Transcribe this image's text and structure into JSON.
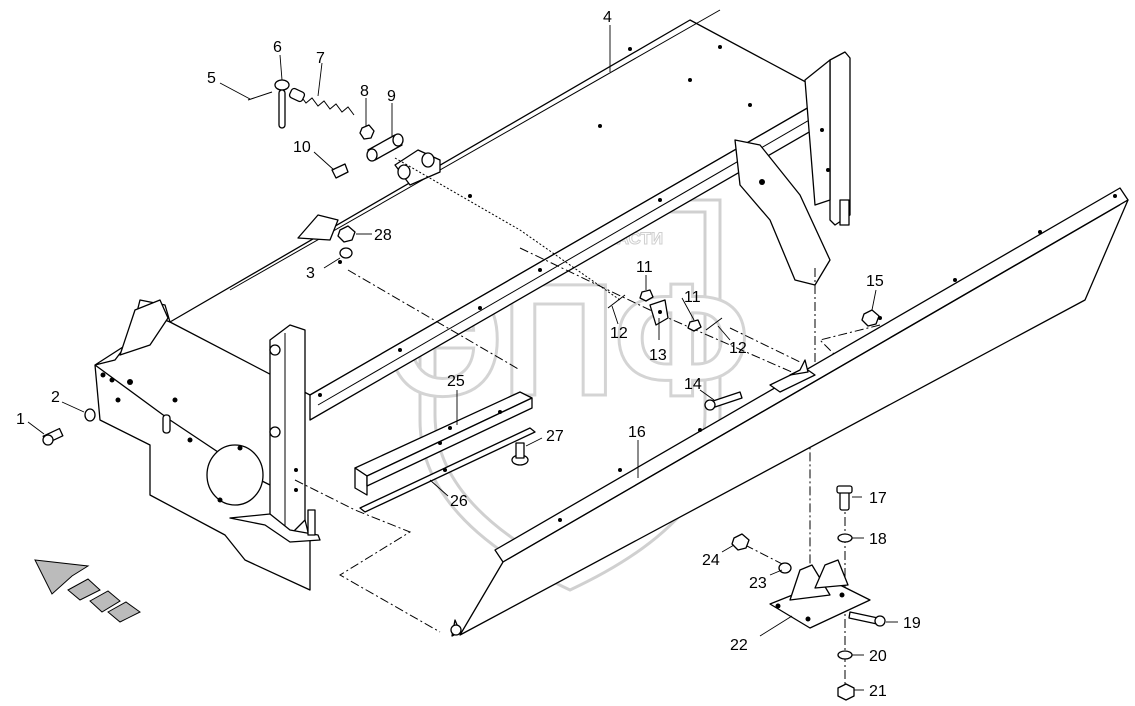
{
  "watermark": {
    "text": "ТЕХНИКА ✦ ЗАПЧАСТИ",
    "logo": "ЭПФ"
  },
  "callouts": [
    {
      "id": "1",
      "label": "1"
    },
    {
      "id": "2",
      "label": "2"
    },
    {
      "id": "3",
      "label": "3"
    },
    {
      "id": "4",
      "label": "4"
    },
    {
      "id": "5",
      "label": "5"
    },
    {
      "id": "6",
      "label": "6"
    },
    {
      "id": "7",
      "label": "7"
    },
    {
      "id": "8",
      "label": "8"
    },
    {
      "id": "9",
      "label": "9"
    },
    {
      "id": "10",
      "label": "10"
    },
    {
      "id": "11a",
      "label": "11"
    },
    {
      "id": "11b",
      "label": "11"
    },
    {
      "id": "12a",
      "label": "12"
    },
    {
      "id": "12b",
      "label": "12"
    },
    {
      "id": "13",
      "label": "13"
    },
    {
      "id": "14",
      "label": "14"
    },
    {
      "id": "15",
      "label": "15"
    },
    {
      "id": "16",
      "label": "16"
    },
    {
      "id": "17",
      "label": "17"
    },
    {
      "id": "18",
      "label": "18"
    },
    {
      "id": "19",
      "label": "19"
    },
    {
      "id": "20",
      "label": "20"
    },
    {
      "id": "21",
      "label": "21"
    },
    {
      "id": "22",
      "label": "22"
    },
    {
      "id": "23",
      "label": "23"
    },
    {
      "id": "24",
      "label": "24"
    },
    {
      "id": "25",
      "label": "25"
    },
    {
      "id": "26",
      "label": "26"
    },
    {
      "id": "27",
      "label": "27"
    },
    {
      "id": "28",
      "label": "28"
    }
  ],
  "icons": {
    "direction": "direction-arrow-icon"
  }
}
